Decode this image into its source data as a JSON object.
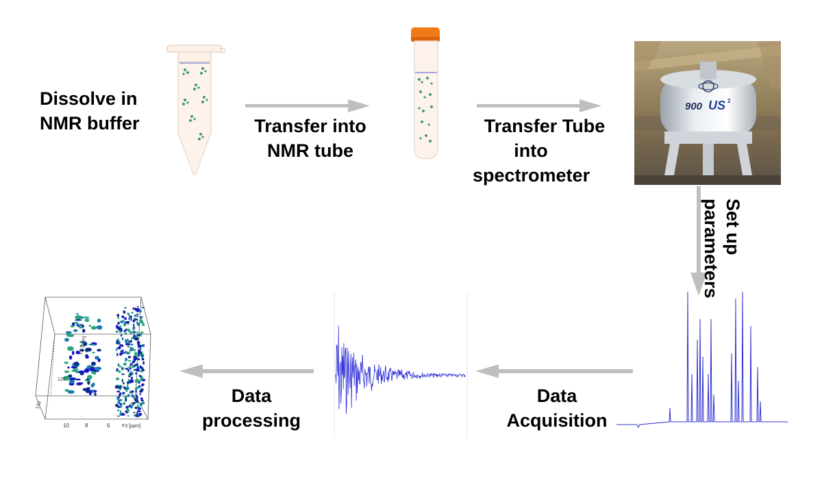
{
  "steps": {
    "dissolve": [
      "Dissolve in",
      "NMR buffer"
    ],
    "transfer_tube": [
      "Transfer into",
      "NMR tube"
    ],
    "transfer_spectrometer": [
      "Transfer Tube",
      "into",
      "spectrometer"
    ],
    "setup": [
      "Set up",
      "parameters"
    ],
    "acquisition": [
      "Data",
      "Acquisition"
    ],
    "processing": [
      "Data",
      "processing"
    ]
  },
  "spectrometer_photo": {
    "model_text": "900",
    "brand_text": "US",
    "superscript": "2"
  },
  "plot3d": {
    "axis_x_label": "F3 [ppm]",
    "axis_x_ticks": [
      "10",
      "8",
      "6"
    ],
    "axis_z_label": "F2 [ppm]",
    "axis_y_ticks": [
      "120",
      "130"
    ]
  },
  "colors": {
    "arrow": "#bfbfbf",
    "signal": "#2a2ad6",
    "spectrum": "#3030d0",
    "tube_cap": "#f07a18",
    "dots": "#1a9a6a"
  }
}
